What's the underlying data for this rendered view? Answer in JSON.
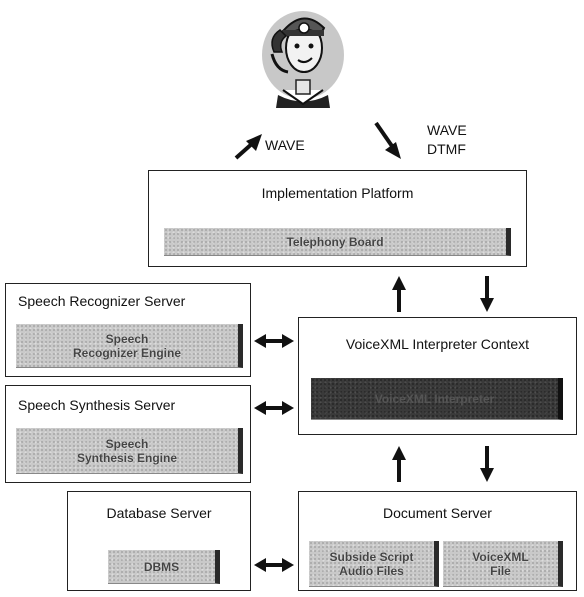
{
  "user_caller": {
    "icon": "telephone-user-icon"
  },
  "arrows": {
    "up_label": "WAVE",
    "down_label_line1": "WAVE",
    "down_label_line2": "DTMF"
  },
  "implementation_platform": {
    "title": "Implementation Platform",
    "inner": "Telephony Board"
  },
  "speech_recognizer_server": {
    "title": "Speech Recognizer Server",
    "inner": "Speech\nRecognizer Engine"
  },
  "speech_synthesis_server": {
    "title": "Speech Synthesis Server",
    "inner": "Speech\nSynthesis Engine"
  },
  "database_server": {
    "title": "Database Server",
    "inner": "DBMS"
  },
  "voicexml_interpreter_context": {
    "title": "VoiceXML Interpreter Context",
    "inner": "VoiceXML Interpreter"
  },
  "document_server": {
    "title": "Document Server",
    "inner_left": "Subside Script\nAudio Files",
    "inner_right": "VoiceXML\nFile"
  }
}
